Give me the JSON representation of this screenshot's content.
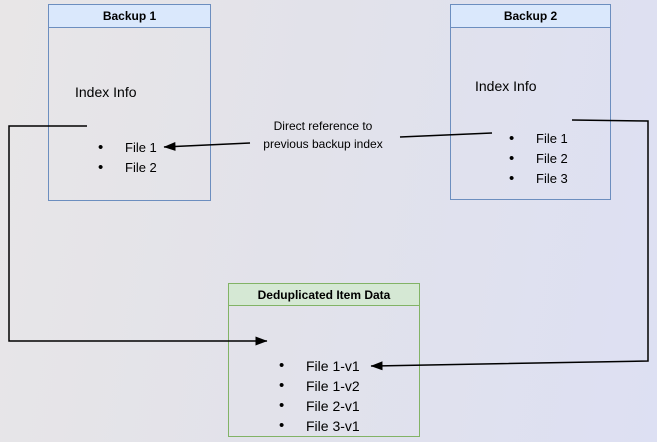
{
  "colors": {
    "canvas-left": "#e8e6e7",
    "canvas-right": "#dde0f3",
    "blue-fill": "#dae8fc",
    "blue-border": "#6c8ebf",
    "green-fill": "#d5e8d4",
    "green-border": "#82b366",
    "line": "#000000",
    "text": "#000000"
  },
  "backup1": {
    "title": "Backup 1",
    "section_label": "Index Info",
    "files": [
      "File 1",
      "File 2"
    ]
  },
  "backup2": {
    "title": "Backup 2",
    "section_label": "Index Info",
    "files": [
      "File 1",
      "File 2",
      "File 3"
    ]
  },
  "dedup": {
    "title": "Deduplicated Item Data",
    "items": [
      "File 1-v1",
      "File 1-v2",
      "File 2-v1",
      "File 3-v1"
    ]
  },
  "annotation": {
    "line1": "Direct reference to",
    "line2": "previous backup index"
  },
  "arrows": [
    {
      "name": "backup1-file1-to-dedup",
      "from": "Backup 1 / File 1",
      "to": "Deduplicated Item Data / File 1-v1"
    },
    {
      "name": "backup2-file1-to-dedup",
      "from": "Backup 2 / File 1",
      "to": "Deduplicated Item Data / File 1-v2"
    },
    {
      "name": "backup2-index-to-backup1-index",
      "from": "Backup 2 / File 2",
      "to": "Backup 1 / File 2"
    }
  ]
}
